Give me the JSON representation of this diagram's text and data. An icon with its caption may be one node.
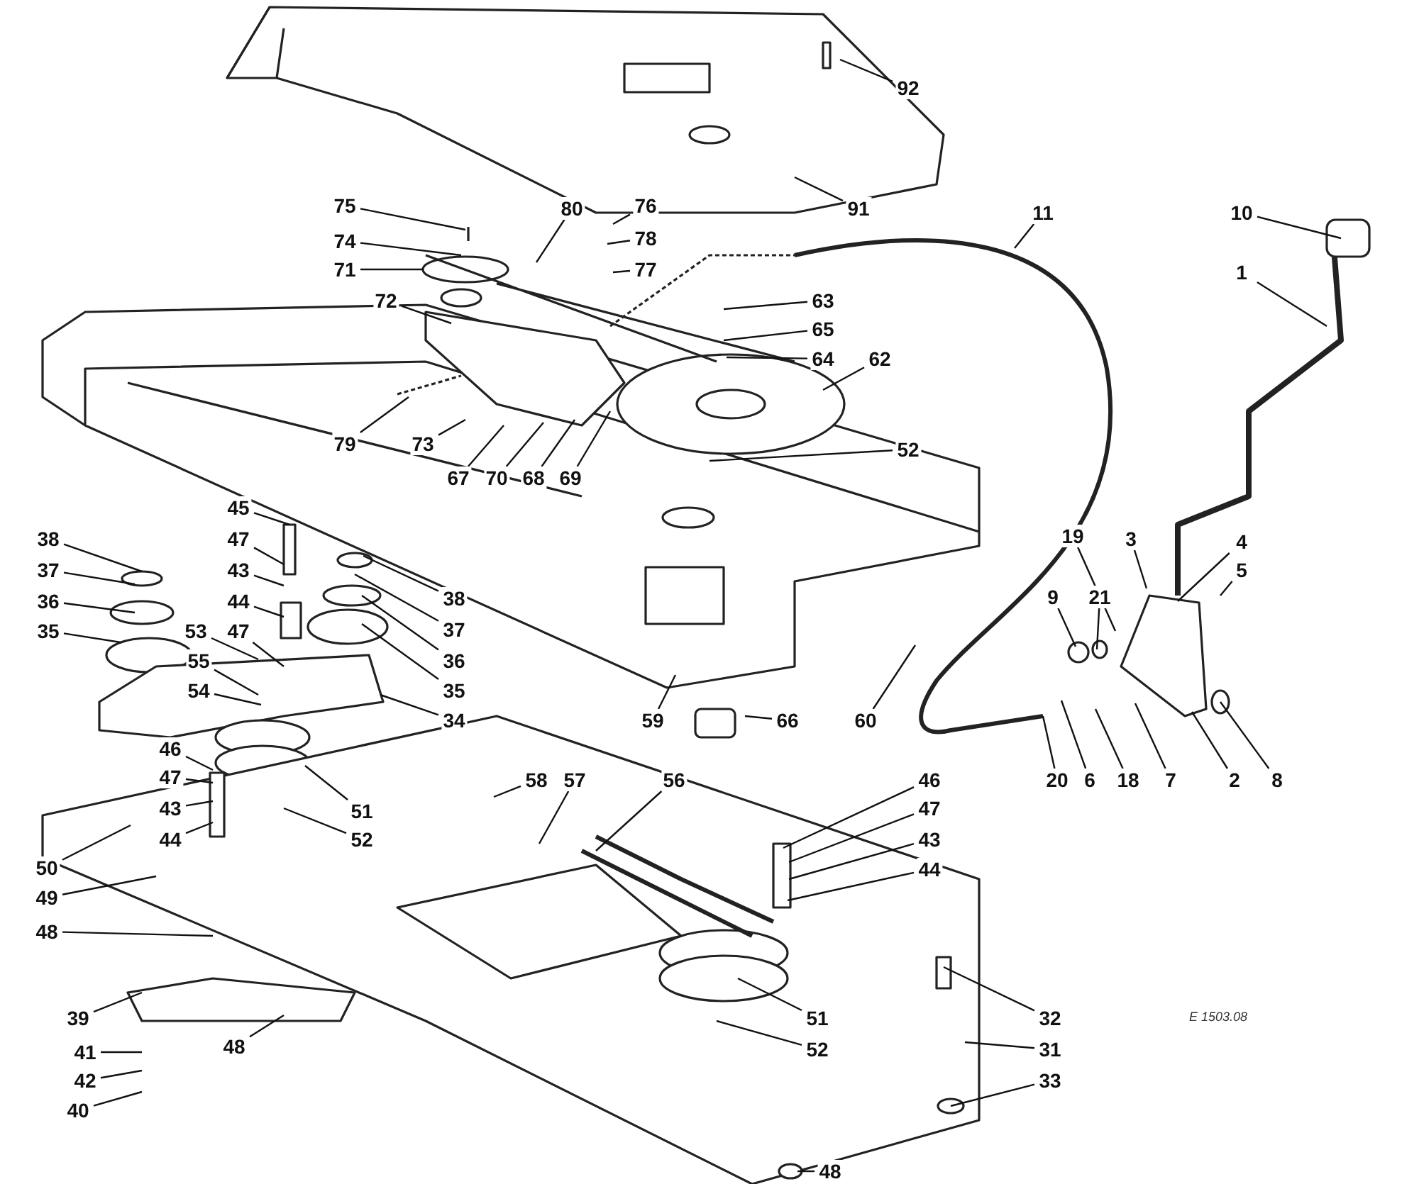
{
  "diagram": {
    "nodes": [
      {
        "text": [
          "92"
        ]
      },
      {
        "text": [
          "91"
        ]
      },
      {
        "text": [
          "11"
        ]
      },
      {
        "text": [
          "10"
        ]
      },
      {
        "text": [
          "1"
        ]
      },
      {
        "text": [
          "75"
        ]
      },
      {
        "text": [
          "76"
        ]
      },
      {
        "text": [
          "80"
        ]
      },
      {
        "text": [
          "74"
        ]
      },
      {
        "text": [
          "78"
        ]
      },
      {
        "text": [
          "71"
        ]
      },
      {
        "text": [
          "77"
        ]
      },
      {
        "text": [
          "72"
        ]
      },
      {
        "text": [
          "63"
        ]
      },
      {
        "text": [
          "65"
        ]
      },
      {
        "text": [
          "64"
        ]
      },
      {
        "text": [
          "62"
        ]
      },
      {
        "text": [
          "79"
        ]
      },
      {
        "text": [
          "73"
        ]
      },
      {
        "text": [
          "67"
        ]
      },
      {
        "text": [
          "70"
        ]
      },
      {
        "text": [
          "68"
        ]
      },
      {
        "text": [
          "69"
        ]
      },
      {
        "text": [
          "52"
        ]
      },
      {
        "text": [
          "45"
        ]
      },
      {
        "text": [
          "38"
        ]
      },
      {
        "text": [
          "47"
        ]
      },
      {
        "text": [
          "19"
        ]
      },
      {
        "text": [
          "3"
        ]
      },
      {
        "text": [
          "4"
        ]
      },
      {
        "text": [
          "37"
        ]
      },
      {
        "text": [
          "43"
        ]
      },
      {
        "text": [
          "5"
        ]
      },
      {
        "text": [
          "38"
        ]
      },
      {
        "text": [
          "36"
        ]
      },
      {
        "text": [
          "44"
        ]
      },
      {
        "text": [
          "9"
        ]
      },
      {
        "text": [
          "21"
        ]
      },
      {
        "text": [
          "37"
        ]
      },
      {
        "text": [
          "35"
        ]
      },
      {
        "text": [
          "53"
        ]
      },
      {
        "text": [
          "47"
        ]
      },
      {
        "text": [
          "36"
        ]
      },
      {
        "text": [
          "55"
        ]
      },
      {
        "text": [
          "35"
        ]
      },
      {
        "text": [
          "54"
        ]
      },
      {
        "text": [
          "34"
        ]
      },
      {
        "text": [
          "59"
        ]
      },
      {
        "text": [
          "66"
        ]
      },
      {
        "text": [
          "60"
        ]
      },
      {
        "text": [
          "46"
        ]
      },
      {
        "text": [
          "47"
        ]
      },
      {
        "text": [
          "58"
        ]
      },
      {
        "text": [
          "57"
        ]
      },
      {
        "text": [
          "56"
        ]
      },
      {
        "text": [
          "46"
        ]
      },
      {
        "text": [
          "20"
        ]
      },
      {
        "text": [
          "6"
        ]
      },
      {
        "text": [
          "18"
        ]
      },
      {
        "text": [
          "7"
        ]
      },
      {
        "text": [
          "2"
        ]
      },
      {
        "text": [
          "8"
        ]
      },
      {
        "text": [
          "43"
        ]
      },
      {
        "text": [
          "51"
        ]
      },
      {
        "text": [
          "47"
        ]
      },
      {
        "text": [
          "44"
        ]
      },
      {
        "text": [
          "52"
        ]
      },
      {
        "text": [
          "43"
        ]
      },
      {
        "text": [
          "50"
        ]
      },
      {
        "text": [
          "49"
        ]
      },
      {
        "text": [
          "44"
        ]
      },
      {
        "text": [
          "48"
        ]
      },
      {
        "text": [
          "39"
        ]
      },
      {
        "text": [
          "51"
        ]
      },
      {
        "text": [
          "32"
        ]
      },
      {
        "text": [
          "48"
        ]
      },
      {
        "text": [
          "52"
        ]
      },
      {
        "text": [
          "31"
        ]
      },
      {
        "text": [
          "41"
        ]
      },
      {
        "text": [
          "42"
        ]
      },
      {
        "text": [
          "33"
        ]
      },
      {
        "text": [
          "40"
        ]
      },
      {
        "text": [
          "48"
        ]
      }
    ],
    "edges": [
      {
        "from": 0,
        "to": null,
        "arrow": "none"
      },
      {
        "from": 1,
        "to": null,
        "arrow": "none"
      },
      {
        "from": 2,
        "to": null,
        "arrow": "none"
      },
      {
        "from": 3,
        "to": null,
        "arrow": "none"
      },
      {
        "from": 4,
        "to": null,
        "arrow": "none"
      },
      {
        "from": 5,
        "to": null,
        "arrow": "none"
      },
      {
        "from": 6,
        "to": null,
        "arrow": "none"
      },
      {
        "from": 7,
        "to": null,
        "arrow": "none"
      },
      {
        "from": 8,
        "to": null,
        "arrow": "none"
      },
      {
        "from": 9,
        "to": null,
        "arrow": "none"
      },
      {
        "from": 10,
        "to": null,
        "arrow": "none"
      },
      {
        "from": 11,
        "to": null,
        "arrow": "none"
      },
      {
        "from": 12,
        "to": null,
        "arrow": "none"
      },
      {
        "from": 13,
        "to": null,
        "arrow": "none"
      },
      {
        "from": 14,
        "to": null,
        "arrow": "none"
      },
      {
        "from": 15,
        "to": null,
        "arrow": "none"
      },
      {
        "from": 16,
        "to": null,
        "arrow": "none"
      },
      {
        "from": 17,
        "to": null,
        "arrow": "none"
      },
      {
        "from": 18,
        "to": null,
        "arrow": "none"
      },
      {
        "from": 19,
        "to": null,
        "arrow": "none"
      },
      {
        "from": 20,
        "to": null,
        "arrow": "none"
      },
      {
        "from": 21,
        "to": null,
        "arrow": "none"
      },
      {
        "from": 22,
        "to": null,
        "arrow": "none"
      },
      {
        "from": 23,
        "to": null,
        "arrow": "none"
      },
      {
        "from": 24,
        "to": null,
        "arrow": "none"
      },
      {
        "from": 25,
        "to": null,
        "arrow": "none"
      },
      {
        "from": 26,
        "to": null,
        "arrow": "none"
      },
      {
        "from": 27,
        "to": null,
        "arrow": "none"
      },
      {
        "from": 28,
        "to": null,
        "arrow": "none"
      },
      {
        "from": 29,
        "to": null,
        "arrow": "none"
      },
      {
        "from": 30,
        "to": null,
        "arrow": "none"
      },
      {
        "from": 31,
        "to": null,
        "arrow": "none"
      },
      {
        "from": 32,
        "to": null,
        "arrow": "none"
      },
      {
        "from": 33,
        "to": null,
        "arrow": "none"
      },
      {
        "from": 34,
        "to": null,
        "arrow": "none"
      },
      {
        "from": 35,
        "to": null,
        "arrow": "none"
      },
      {
        "from": 36,
        "to": null,
        "arrow": "none"
      },
      {
        "from": 37,
        "to": null,
        "arrow": "none"
      },
      {
        "from": 38,
        "to": null,
        "arrow": "none"
      },
      {
        "from": 39,
        "to": null,
        "arrow": "none"
      },
      {
        "from": 40,
        "to": null,
        "arrow": "none"
      },
      {
        "from": 41,
        "to": null,
        "arrow": "none"
      },
      {
        "from": 42,
        "to": null,
        "arrow": "none"
      },
      {
        "from": 43,
        "to": null,
        "arrow": "none"
      },
      {
        "from": 44,
        "to": null,
        "arrow": "none"
      },
      {
        "from": 45,
        "to": null,
        "arrow": "none"
      },
      {
        "from": 46,
        "to": null,
        "arrow": "none"
      },
      {
        "from": 47,
        "to": null,
        "arrow": "none"
      },
      {
        "from": 48,
        "to": null,
        "arrow": "none"
      },
      {
        "from": 49,
        "to": null,
        "arrow": "none"
      },
      {
        "from": 50,
        "to": null,
        "arrow": "none"
      },
      {
        "from": 51,
        "to": null,
        "arrow": "none"
      },
      {
        "from": 52,
        "to": null,
        "arrow": "none"
      },
      {
        "from": 53,
        "to": null,
        "arrow": "none"
      },
      {
        "from": 54,
        "to": null,
        "arrow": "none"
      },
      {
        "from": 55,
        "to": null,
        "arrow": "none"
      },
      {
        "from": 56,
        "to": null,
        "arrow": "none"
      },
      {
        "from": 57,
        "to": null,
        "arrow": "none"
      },
      {
        "from": 58,
        "to": null,
        "arrow": "none"
      },
      {
        "from": 59,
        "to": null,
        "arrow": "none"
      },
      {
        "from": 60,
        "to": null,
        "arrow": "none"
      },
      {
        "from": 61,
        "to": null,
        "arrow": "none"
      },
      {
        "from": 62,
        "to": null,
        "arrow": "none"
      },
      {
        "from": 63,
        "to": null,
        "arrow": "none"
      },
      {
        "from": 64,
        "to": null,
        "arrow": "none"
      },
      {
        "from": 65,
        "to": null,
        "arrow": "none"
      },
      {
        "from": 66,
        "to": null,
        "arrow": "none"
      },
      {
        "from": 67,
        "to": null,
        "arrow": "none"
      },
      {
        "from": 68,
        "to": null,
        "arrow": "none"
      },
      {
        "from": 69,
        "to": null,
        "arrow": "none"
      },
      {
        "from": 70,
        "to": null,
        "arrow": "none"
      },
      {
        "from": 71,
        "to": null,
        "arrow": "none"
      },
      {
        "from": 72,
        "to": null,
        "arrow": "none"
      },
      {
        "from": 73,
        "to": null,
        "arrow": "none"
      },
      {
        "from": 74,
        "to": null,
        "arrow": "none"
      },
      {
        "from": 75,
        "to": null,
        "arrow": "none"
      },
      {
        "from": 76,
        "to": null,
        "arrow": "none"
      },
      {
        "from": 77,
        "to": null,
        "arrow": "none"
      },
      {
        "from": 78,
        "to": null,
        "arrow": "none"
      },
      {
        "from": 79,
        "to": null,
        "arrow": "none"
      },
      {
        "from": 80,
        "to": null,
        "arrow": "none"
      },
      {
        "from": 81,
        "to": null,
        "arrow": "none"
      },
      {
        "from": 82,
        "to": null,
        "arrow": "none"
      }
    ],
    "labels": [
      "E 1503.08"
    ]
  }
}
